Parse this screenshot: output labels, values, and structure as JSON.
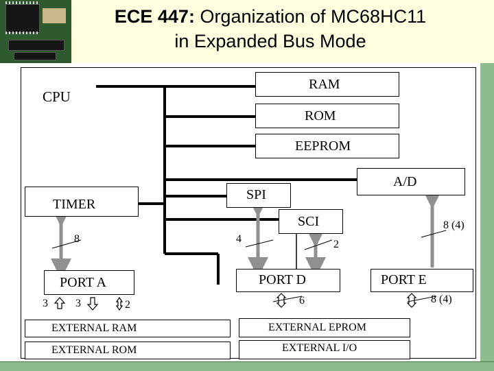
{
  "title": {
    "code": "ECE 447:",
    "line1_rest": " Organization of MC68HC11",
    "line2": "in Expanded Bus Mode"
  },
  "blocks": {
    "cpu": "CPU",
    "ram": "RAM",
    "rom": "ROM",
    "eeprom": "EEPROM",
    "ad": "A/D",
    "spi": "SPI",
    "timer": "TIMER",
    "sci": "SCI",
    "port_a": "PORT A",
    "port_d": "PORT D",
    "port_e": "PORT E",
    "ext_ram": "EXTERNAL RAM",
    "ext_rom": "EXTERNAL ROM",
    "ext_eprom": "EXTERNAL EPROM",
    "ext_io": "EXTERNAL I/O"
  },
  "bus_widths": {
    "timer": "8",
    "spi": "4",
    "sci": "2",
    "ad": "8 (4)",
    "port_a_in": "3",
    "port_a_out": "3",
    "port_a_bi": "2",
    "port_d": "6",
    "port_e": "8 (4)"
  },
  "colors": {
    "header_bg": "#ffffe0",
    "accent_green": "#8fbc8f",
    "arrow_gray": "#909090"
  }
}
